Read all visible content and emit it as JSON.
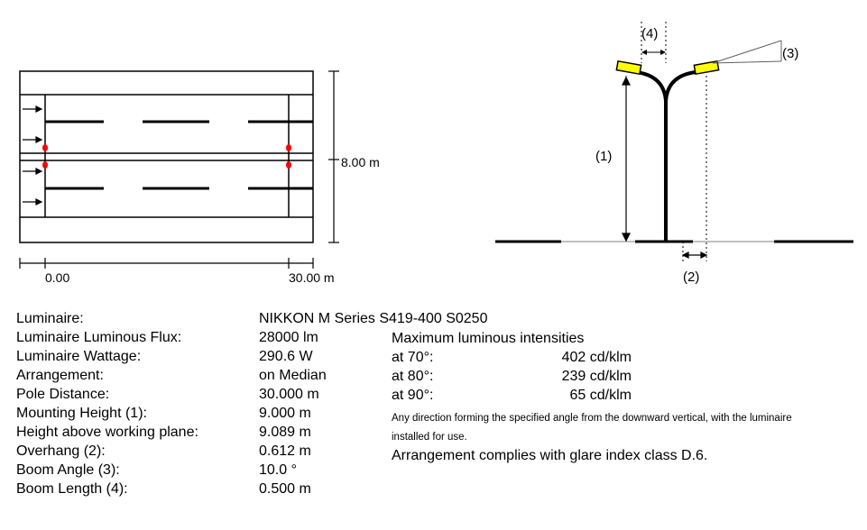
{
  "plan": {
    "width_label": "8.00 m",
    "start_label": "0.00",
    "end_label": "30.00 m"
  },
  "elevation": {
    "label_mounting": "(1)",
    "label_overhang": "(2)",
    "label_boom_angle": "(3)",
    "label_boom_length": "(4)",
    "colors": {
      "luminaire": "#ffff00",
      "pole": "#000000",
      "road": "#808080"
    }
  },
  "specs": {
    "labels": [
      "Luminaire:",
      "Luminaire Luminous Flux:",
      "Luminaire Wattage:",
      "Arrangement:",
      "Pole Distance:",
      "Mounting Height (1):",
      "Height above working plane:",
      "Overhang (2):",
      "Boom Angle (3):",
      "Boom Length (4):"
    ],
    "values": [
      "NIKKON M Series S419-400 S0250",
      "28000 lm",
      "290.6 W",
      "on Median",
      "30.000 m",
      "9.000 m",
      "9.089 m",
      "0.612 m",
      "10.0 °",
      "0.500 m"
    ]
  },
  "intensities": {
    "title": "Maximum luminous intensities",
    "rows": [
      {
        "angle": "at 70°:",
        "value": "402 cd/klm"
      },
      {
        "angle": "at 80°:",
        "value": "239 cd/klm"
      },
      {
        "angle": "at 90°:",
        "value": "65 cd/klm"
      }
    ],
    "note_line1": "Any direction forming the specified angle from the downward vertical, with the luminaire",
    "note_line2": "installed for use.",
    "compliance": "Arrangement complies with glare index class D.6."
  }
}
